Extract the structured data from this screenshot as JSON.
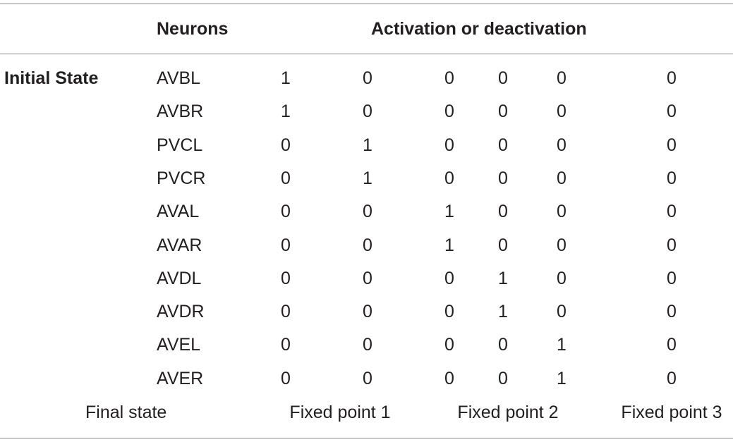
{
  "table": {
    "header": {
      "neurons": "Neurons",
      "activation": "Activation or deactivation"
    },
    "initial_state_label": "Initial State",
    "rows": [
      {
        "neuron": "AVBL",
        "values": [
          "1",
          "0",
          "0",
          "0",
          "0",
          "0"
        ]
      },
      {
        "neuron": "AVBR",
        "values": [
          "1",
          "0",
          "0",
          "0",
          "0",
          "0"
        ]
      },
      {
        "neuron": "PVCL",
        "values": [
          "0",
          "1",
          "0",
          "0",
          "0",
          "0"
        ]
      },
      {
        "neuron": "PVCR",
        "values": [
          "0",
          "1",
          "0",
          "0",
          "0",
          "0"
        ]
      },
      {
        "neuron": "AVAL",
        "values": [
          "0",
          "0",
          "1",
          "0",
          "0",
          "0"
        ]
      },
      {
        "neuron": "AVAR",
        "values": [
          "0",
          "0",
          "1",
          "0",
          "0",
          "0"
        ]
      },
      {
        "neuron": "AVDL",
        "values": [
          "0",
          "0",
          "0",
          "1",
          "0",
          "0"
        ]
      },
      {
        "neuron": "AVDR",
        "values": [
          "0",
          "0",
          "0",
          "1",
          "0",
          "0"
        ]
      },
      {
        "neuron": "AVEL",
        "values": [
          "0",
          "0",
          "0",
          "0",
          "1",
          "0"
        ]
      },
      {
        "neuron": "AVER",
        "values": [
          "0",
          "0",
          "0",
          "0",
          "1",
          "0"
        ]
      }
    ],
    "final_state": {
      "label": "Final state",
      "fixed_points": [
        "Fixed point 1",
        "Fixed point 2",
        "Fixed point 3"
      ]
    }
  }
}
